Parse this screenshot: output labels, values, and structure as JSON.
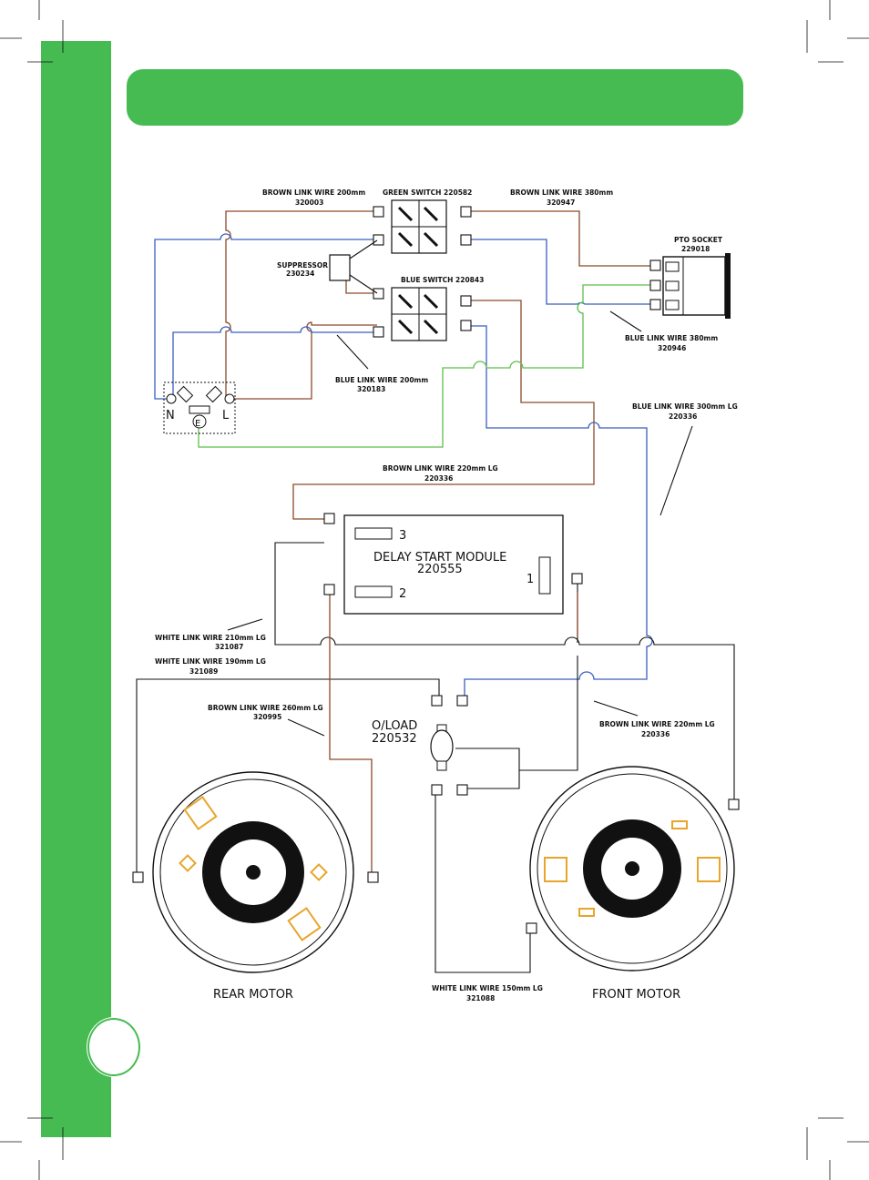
{
  "labels": {
    "brown_200": "BROWN LINK WIRE 200mm",
    "brown_200_code": "320003",
    "green_switch": "GREEN SWITCH 220582",
    "brown_380": "BROWN LINK WIRE 380mm",
    "brown_380_code": "320947",
    "pto_socket": "PTO SOCKET",
    "pto_code": "229018",
    "suppressor": "SUPPRESSOR",
    "suppressor_code": "230234",
    "blue_switch": "BLUE SWITCH 220843",
    "blue_380": "BLUE LINK WIRE 380mm",
    "blue_380_code": "320946",
    "blue_200": "BLUE LINK WIRE 200mm",
    "blue_200_code": "320183",
    "blue_300": "BLUE LINK WIRE 300mm LG",
    "blue_300_code": "220336",
    "brown_220a": "BROWN LINK WIRE 220mm LG",
    "brown_220a_code": "220336",
    "white_210": "WHITE LINK WIRE 210mm LG",
    "white_210_code": "321087",
    "white_190": "WHITE LINK WIRE 190mm LG",
    "white_190_code": "321089",
    "brown_260": "BROWN LINK WIRE 260mm LG",
    "brown_260_code": "320995",
    "brown_220b": "BROWN LINK WIRE 220mm LG",
    "brown_220b_code": "220336",
    "white_150": "WHITE LINK WIRE 150mm LG",
    "white_150_code": "321088",
    "delay_module": "DELAY START MODULE",
    "delay_code": "220555",
    "pin_1": "1",
    "pin_2": "2",
    "pin_3": "3",
    "oload": "O/LOAD",
    "oload_code": "220532",
    "rear_motor": "REAR MOTOR",
    "front_motor": "FRONT MOTOR",
    "neutral": "N",
    "live": "L",
    "earth": "E"
  },
  "colors": {
    "green_brand": "#46bb52",
    "brown_wire": "#8a4a2a",
    "blue_wire": "#3a5fc0",
    "green_wire": "#5cbf4a",
    "white_wire": "#111111",
    "motor_accent": "#e8a52a"
  }
}
